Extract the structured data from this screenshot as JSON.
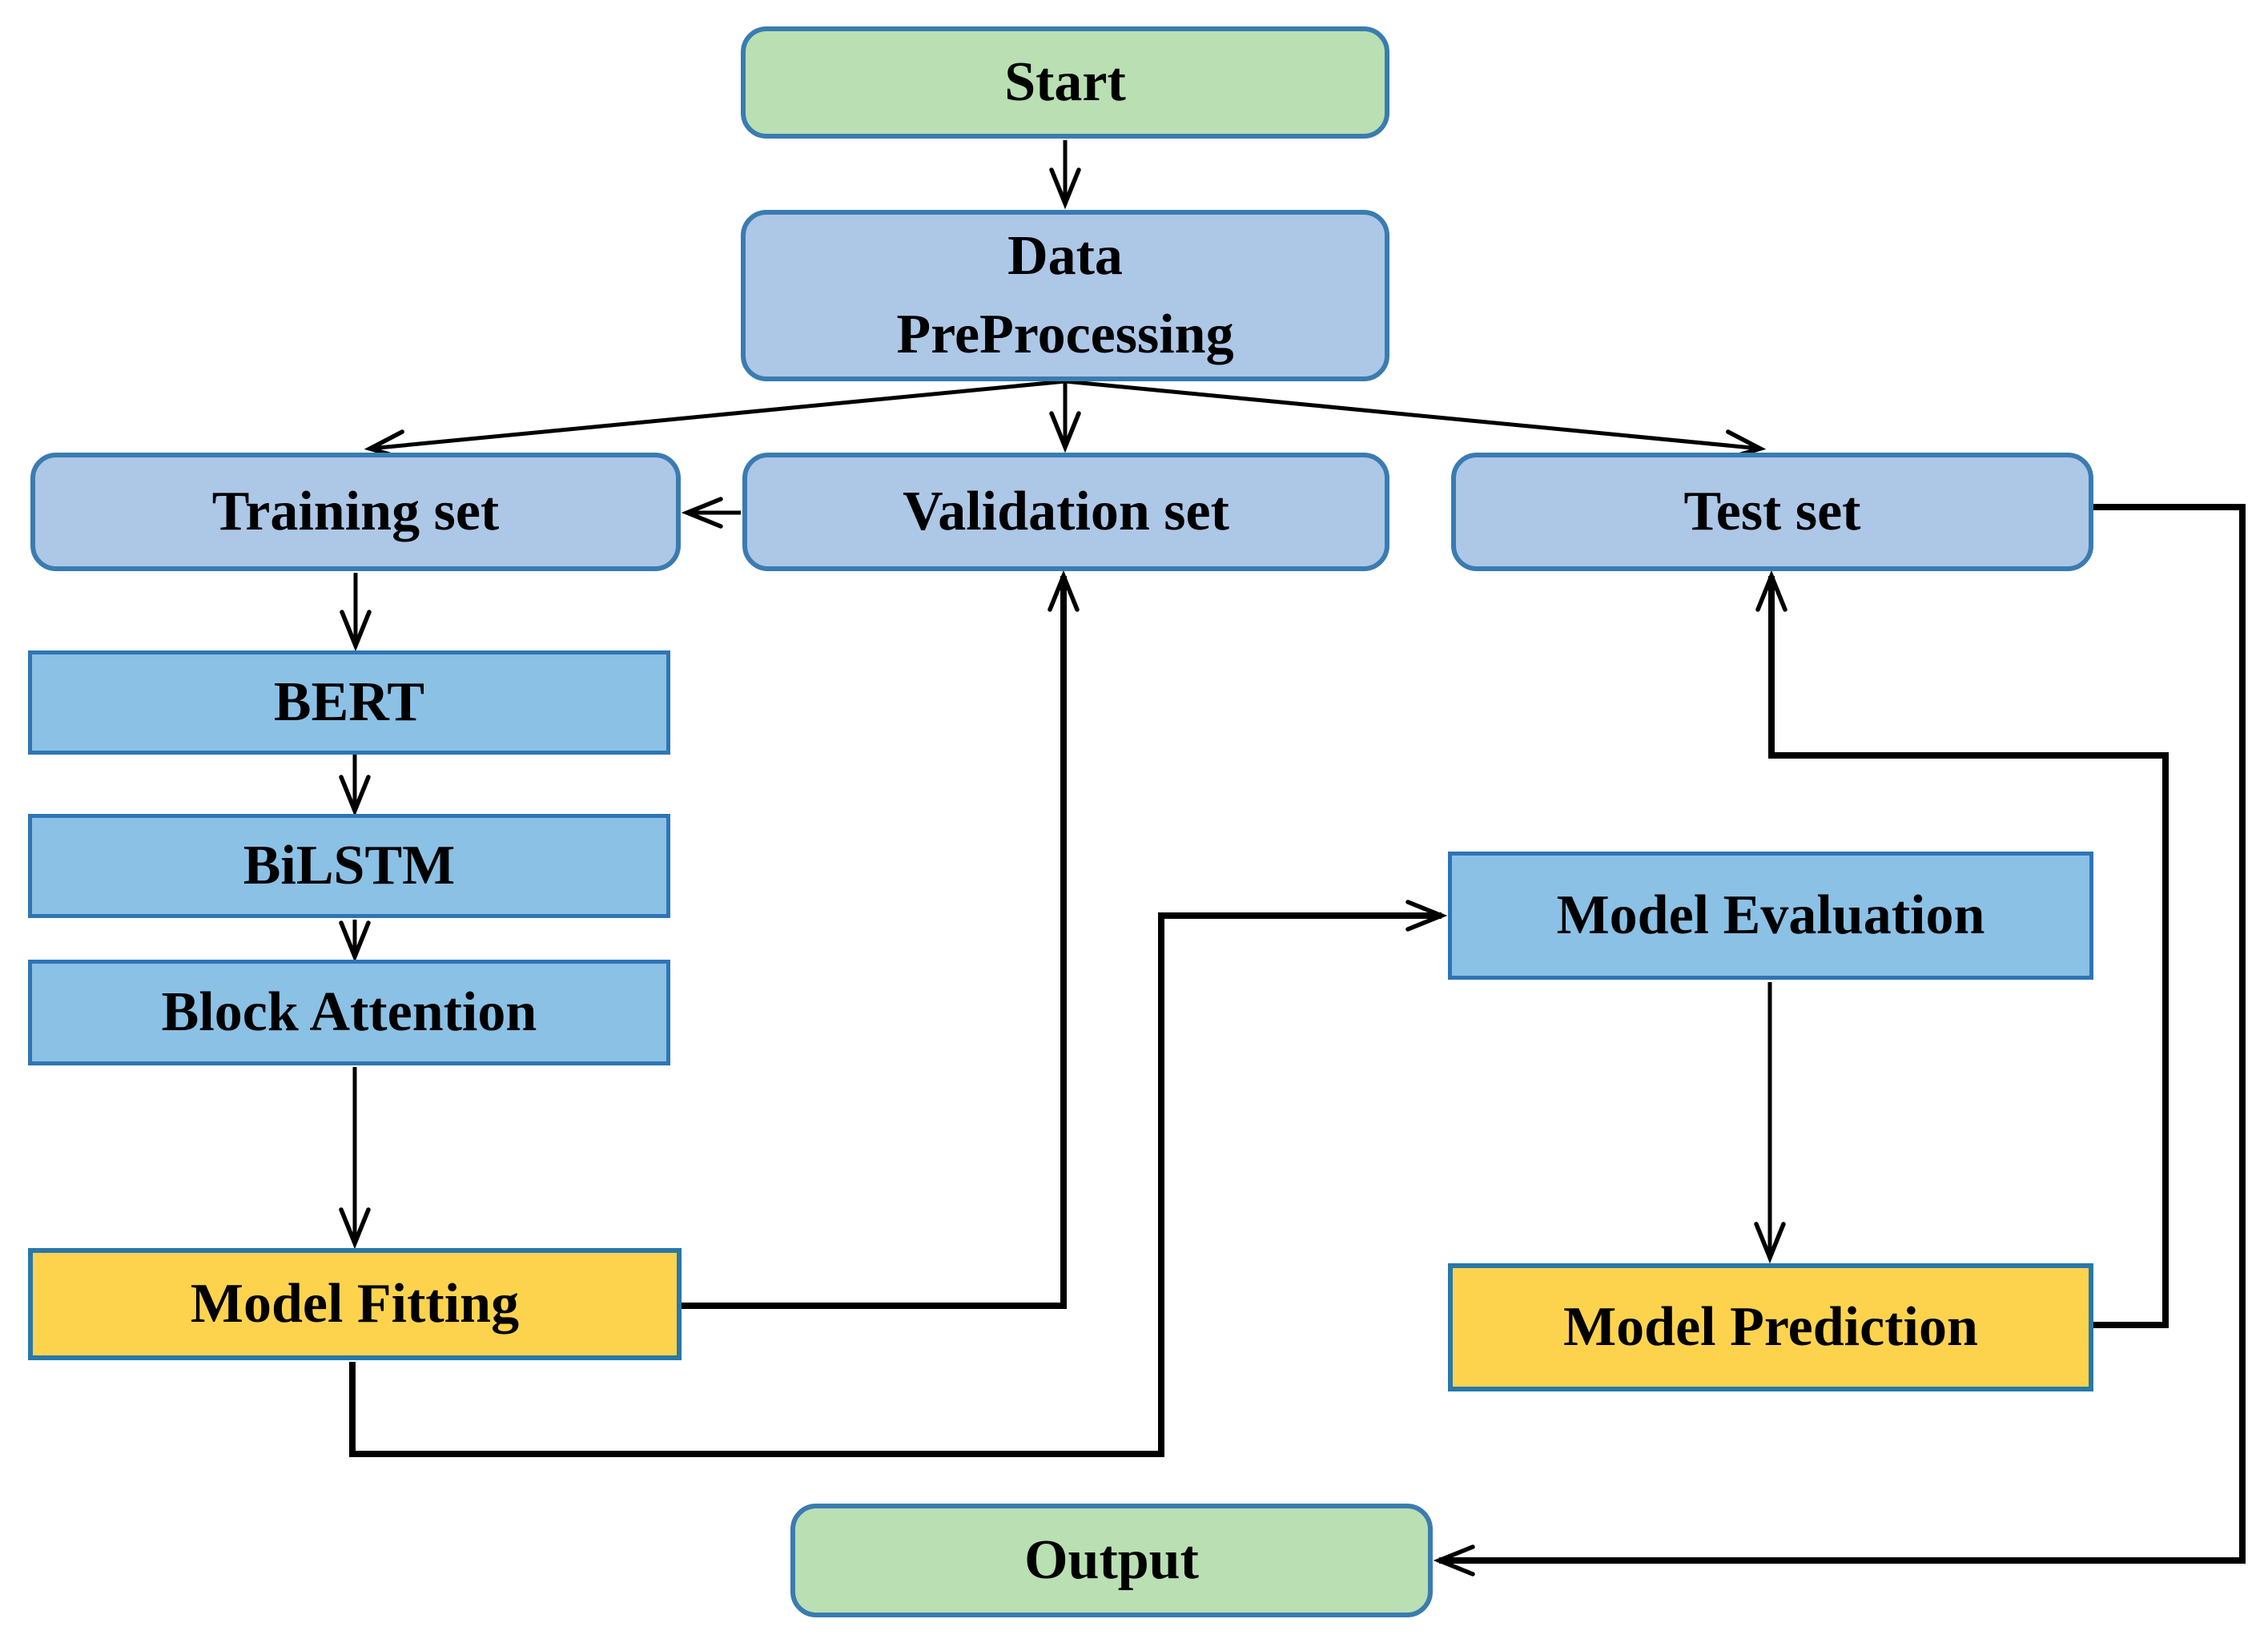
{
  "figure": {
    "type": "flowchart",
    "description": "Model workflow flowchart",
    "colors": {
      "terminal_fill": "#b9dfb3",
      "dataset_fill": "#adc7e7",
      "process_fill": "#8bc1e5",
      "highlight_fill": "#fdd34e",
      "rounded_border": "#3a7cb0",
      "rect_border": "#2e75b6",
      "highlight_border": "#2878a8",
      "arrow": "#000000",
      "text": "#000000",
      "background": "#ffffff"
    },
    "nodes": [
      {
        "id": "start",
        "label": "Start",
        "shape": "rounded",
        "fill": "terminal"
      },
      {
        "id": "data-preprocessing",
        "label": "Data PreProcessing",
        "lines": [
          "Data",
          "PreProcessing"
        ],
        "shape": "rounded",
        "fill": "dataset"
      },
      {
        "id": "training-set",
        "label": "Training set",
        "shape": "rounded",
        "fill": "dataset"
      },
      {
        "id": "validation-set",
        "label": "Validation set",
        "shape": "rounded",
        "fill": "dataset"
      },
      {
        "id": "test-set",
        "label": "Test set",
        "shape": "rounded",
        "fill": "dataset"
      },
      {
        "id": "bert",
        "label": "BERT",
        "shape": "rect",
        "fill": "process"
      },
      {
        "id": "bilstm",
        "label": "BiLSTM",
        "shape": "rect",
        "fill": "process"
      },
      {
        "id": "block-attention",
        "label": "Block Attention",
        "shape": "rect",
        "fill": "process"
      },
      {
        "id": "model-fitting",
        "label": "Model Fitting",
        "shape": "rect",
        "fill": "highlight"
      },
      {
        "id": "model-evaluation",
        "label": "Model Evaluation",
        "shape": "rect",
        "fill": "process"
      },
      {
        "id": "model-prediction",
        "label": "Model Prediction",
        "shape": "rect",
        "fill": "highlight"
      },
      {
        "id": "output",
        "label": "Output",
        "shape": "rounded",
        "fill": "terminal"
      }
    ],
    "edges": [
      {
        "from": "start",
        "to": "data-preprocessing"
      },
      {
        "from": "data-preprocessing",
        "to": "training-set"
      },
      {
        "from": "data-preprocessing",
        "to": "validation-set"
      },
      {
        "from": "data-preprocessing",
        "to": "test-set"
      },
      {
        "from": "validation-set",
        "to": "training-set"
      },
      {
        "from": "training-set",
        "to": "bert"
      },
      {
        "from": "bert",
        "to": "bilstm"
      },
      {
        "from": "bilstm",
        "to": "block-attention"
      },
      {
        "from": "block-attention",
        "to": "model-fitting"
      },
      {
        "from": "model-fitting",
        "to": "validation-set"
      },
      {
        "from": "model-fitting",
        "to": "model-evaluation"
      },
      {
        "from": "model-evaluation",
        "to": "model-prediction"
      },
      {
        "from": "model-prediction",
        "to": "test-set"
      },
      {
        "from": "test-set",
        "to": "output"
      }
    ]
  }
}
